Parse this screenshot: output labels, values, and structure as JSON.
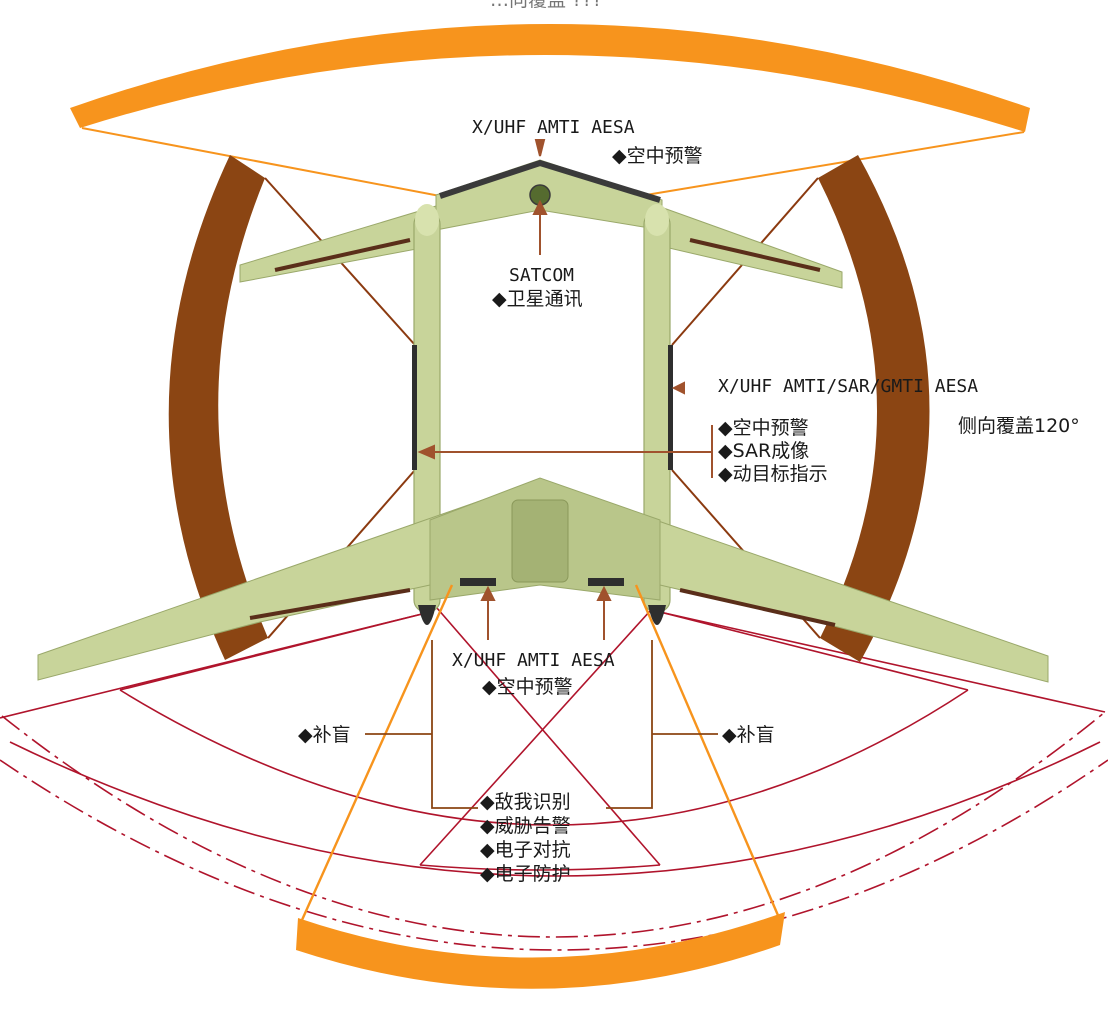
{
  "top_cut": "…向覆盖 ???",
  "nose_radar": {
    "name": "X/UHF AMTI AESA",
    "funcs": [
      "◆空中预警"
    ]
  },
  "satcom": {
    "name": "SATCOM",
    "funcs": [
      "◆卫星通讯"
    ]
  },
  "side_radar": {
    "name": "X/UHF AMTI/SAR/GMTI AESA",
    "funcs": [
      "◆空中预警",
      "◆SAR成像",
      "◆动目标指示"
    ]
  },
  "side_coverage": "侧向覆盖120°",
  "tail_radar": {
    "name": "X/UHF AMTI AESA",
    "funcs": [
      "◆空中预警"
    ]
  },
  "blind_left": "◆补盲",
  "blind_right": "◆补盲",
  "esm_funcs": [
    "◆敌我识别",
    "◆威胁告警",
    "◆电子对抗",
    "◆电子防护"
  ],
  "colors": {
    "orange_arc": "#f7941d",
    "brown_arc": "#8b4513",
    "airframe": "#c8d49a",
    "airframe_edge": "#9aa86a",
    "red_line": "#b0142c"
  }
}
